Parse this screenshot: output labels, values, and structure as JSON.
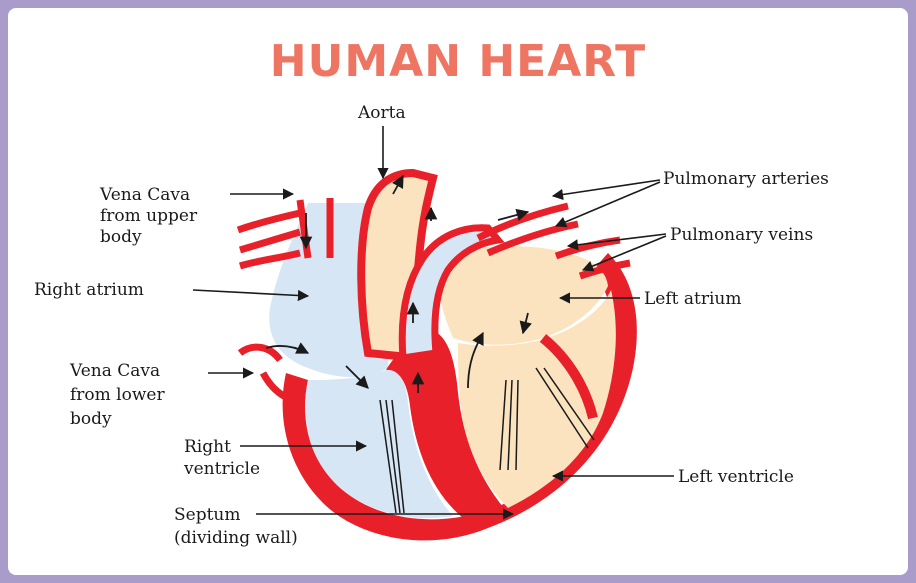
{
  "title": "HUMAN HEART",
  "colors": {
    "title": "#ef7563",
    "wall": "#e8202a",
    "deoxygenated_chamber": "#d7e6f4",
    "oxygenated_chamber": "#fbe3bf",
    "frame_border": "#a99ccb"
  },
  "labels": {
    "aorta": "Aorta",
    "pulmonary_arteries": "Pulmonary arteries",
    "pulmonary_veins": "Pulmonary veins",
    "vena_cava_upper_1": "Vena Cava",
    "vena_cava_upper_2": "from upper",
    "vena_cava_upper_3": "body",
    "right_atrium": "Right atrium",
    "left_atrium": "Left atrium",
    "vena_cava_lower_1": "Vena Cava",
    "vena_cava_lower_2": "from lower",
    "vena_cava_lower_3": "body",
    "right_ventricle_1": "Right",
    "right_ventricle_2": "ventricle",
    "left_ventricle": "Left ventricle",
    "septum_1": "Septum",
    "septum_2": "(dividing wall)"
  }
}
